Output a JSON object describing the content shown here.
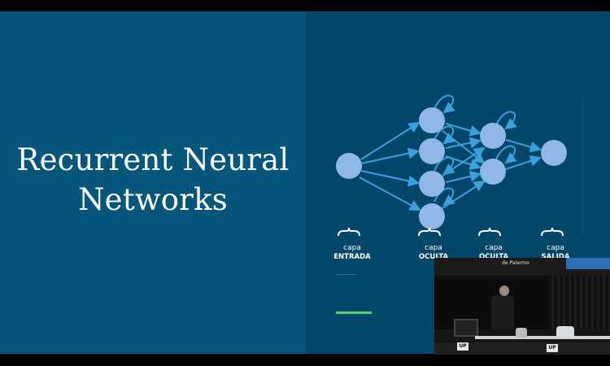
{
  "slide": {
    "title_line1": "Recurrent Neural",
    "title_line2": "Networks",
    "background_left": "#06557a",
    "background_right": "#02466a",
    "node_color": "#8fb8e8",
    "edge_color": "#3aa0e0",
    "accent_green": "#4fd56a"
  },
  "diagram": {
    "layers": [
      {
        "small": "capa",
        "big": "ENTRADA"
      },
      {
        "small": "capa",
        "big": "OCULTA"
      },
      {
        "small": "capa",
        "big": "OCULTA"
      },
      {
        "small": "capa",
        "big": "SALIDA"
      }
    ]
  },
  "video": {
    "sign_text": "de Palermo",
    "badge1": "UP",
    "badge2": "UP"
  }
}
